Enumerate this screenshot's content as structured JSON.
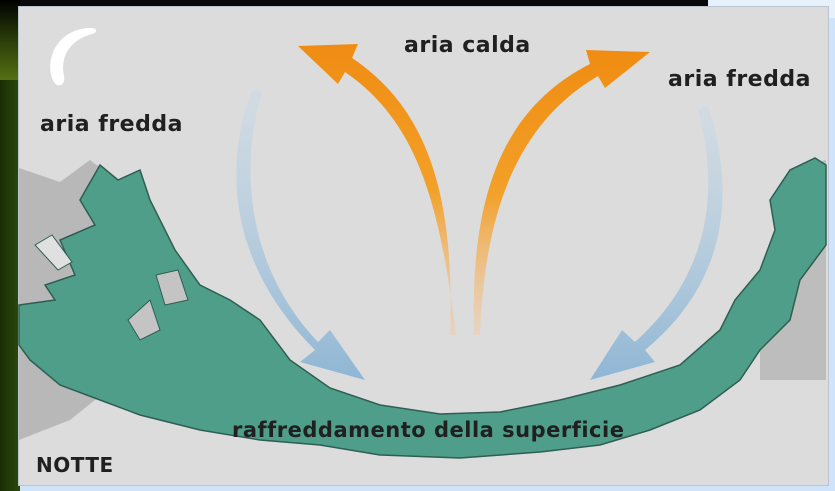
{
  "labels": {
    "warm_air": "aria calda",
    "cold_air_right": "aria fredda",
    "cold_air_left": "aria fredda",
    "surface_cooling": "raffreddamento della superficie",
    "time_of_day": "NOTTE"
  },
  "icons": {
    "moon": "crescent-moon-icon",
    "warm_arrows": "orange-arrow-icon",
    "cold_arrows": "blue-arrow-icon"
  },
  "colors": {
    "warm_air": "#f2a028",
    "cold_air": "#9fc0d8",
    "terrain": "#4f9e8a",
    "sky": "#dcdcdc",
    "rock": "#b8b8b8"
  }
}
